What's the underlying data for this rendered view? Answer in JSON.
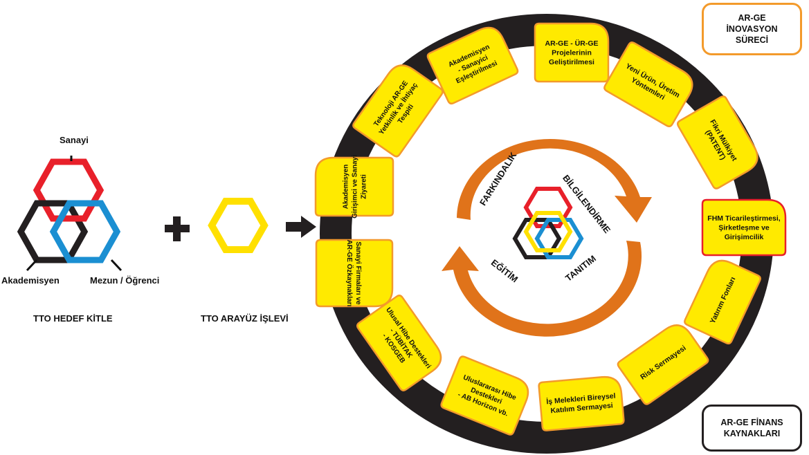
{
  "audience": {
    "top_label": "Sanayi",
    "left_label": "Akademisyen",
    "right_label": "Mezun / Öğrenci",
    "caption": "TTO HEDEF KİTLE",
    "colors": {
      "industry": "#e8202a",
      "academic": "#231f20",
      "graduate": "#1b8fd2"
    }
  },
  "interface": {
    "caption": "TTO ARAYÜZ İŞLEVİ",
    "color": "#ffe000"
  },
  "corner_boxes": {
    "innovation": {
      "lines": [
        "AR-GE",
        "İNOVASYON",
        "SÜRECİ"
      ],
      "border": "#f39a2b"
    },
    "finance": {
      "lines": [
        "AR-GE FİNANS",
        "KAYNAKLARI"
      ],
      "border": "#231f20"
    }
  },
  "center_words": {
    "awareness": "FARKINDALIK",
    "informing": "BİLGİLENDİRME",
    "promotion": "TANITIM",
    "education": "EĞİTİM"
  },
  "ring_steps": [
    {
      "id": "visit",
      "lines": [
        "Akademisyen",
        "Girişimci ve Sanayi",
        "Ziyareti"
      ]
    },
    {
      "id": "tech",
      "lines": [
        "Teknoloji AR-GE",
        "Yetkinlik ve İhtiyaç",
        "Tespiti"
      ]
    },
    {
      "id": "match",
      "lines": [
        "Akademisyen",
        "- Sanayici",
        "Eşleştirilmesi"
      ]
    },
    {
      "id": "projects",
      "lines": [
        "AR-GE - ÜR-GE",
        "Projelerinin",
        "Geliştirilmesi"
      ]
    },
    {
      "id": "newproduct",
      "lines": [
        "Yeni Ürün, Üretim",
        "Yöntemleri"
      ]
    },
    {
      "id": "ip",
      "lines": [
        "Fikri Mülkiyet",
        "(PATENT)"
      ]
    },
    {
      "id": "fhm",
      "lines": [
        "FHM Ticarileştirmesi,",
        "Şirketleşme ve",
        "Girişimcilik"
      ]
    },
    {
      "id": "invest",
      "lines": [
        "Yatırım Fonları"
      ]
    },
    {
      "id": "risk",
      "lines": [
        "Risk Sermayesi"
      ]
    },
    {
      "id": "angel",
      "lines": [
        "İş Melekleri Bireysel",
        "Katılım Sermayesi"
      ]
    },
    {
      "id": "intl",
      "lines": [
        "Uluslararası Hibe",
        "Destekleri",
        "- AB Horizon vb."
      ]
    },
    {
      "id": "national",
      "lines": [
        "Ulusal Hibe Destekleri",
        "- TÜBİTAK",
        "- KOSGEB"
      ]
    },
    {
      "id": "own",
      "lines": [
        "Sanayi Firmaları ve",
        "AR-GE Özkaynakları"
      ]
    }
  ],
  "colors": {
    "yellow": "#ffea00",
    "orange": "#f39a2b",
    "ring": "#231f20",
    "red": "#e8202a",
    "arrow": "#e0731a"
  }
}
